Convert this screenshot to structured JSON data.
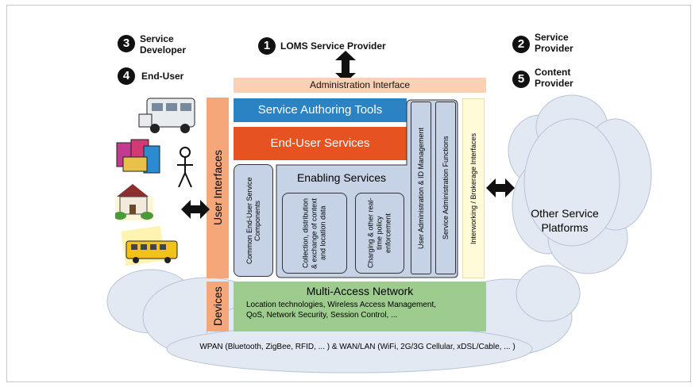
{
  "actors": [
    {
      "number": "1",
      "label": "LOMS Service Provider"
    },
    {
      "number": "2",
      "label_line1": "Service",
      "label_line2": "Provider"
    },
    {
      "number": "3",
      "label_line1": "Service",
      "label_line2": "Developer"
    },
    {
      "number": "4",
      "label": "End-User"
    },
    {
      "number": "5",
      "label_line1": "Content",
      "label_line2": "Provider"
    }
  ],
  "administration_interface": "Administration Interface",
  "user_interfaces": "User Interfaces",
  "devices": "Devices",
  "service_authoring_tools": "Service Authoring Tools",
  "end_user_services": "End-User Services",
  "enabling_services": "Enabling Services",
  "common_components": "Common End-User Service Components",
  "collection_box": "Collection, distribution & exchange of context and location data",
  "charging_box": "Charging & other real-time policy enforcement",
  "user_admin": "User Administration & ID Management",
  "service_admin": "Service Administration Functions",
  "interworking": "Interworking / Brokerage Interfaces",
  "other_platforms_line1": "Other Service",
  "other_platforms_line2": "Platforms",
  "network": {
    "title": "Multi-Access Network",
    "line1": "Location technologies, Wireless Access Management,",
    "line2": "QoS, Network Security, Session Control, ..."
  },
  "footer": "WPAN (Bluetooth, ZigBee, RFID, ... ) & WAN/LAN (WiFi, 2G/3G Cellular, xDSL/Cable, ... )",
  "colors": {
    "orange_interface": "#f6a77a",
    "admin_bar": "#fbd0b5",
    "blue_tools": "#2b83c3",
    "red_services": "#e65320",
    "enabling_grey": "#c6d3e6",
    "network_green": "#9dcc8e",
    "interworking_yellow": "#fffbd9",
    "cloud": "#e3e9f2"
  }
}
